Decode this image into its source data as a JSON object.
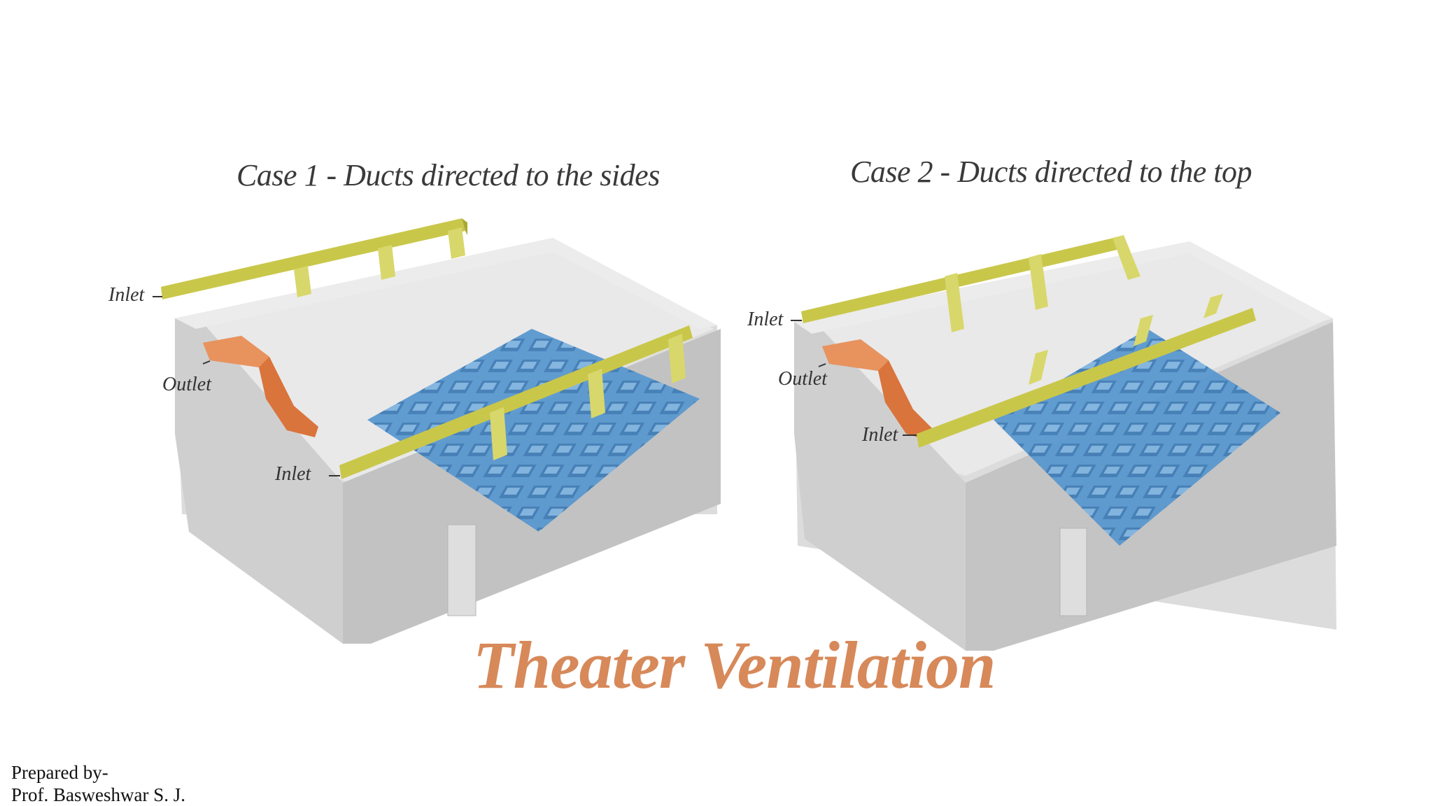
{
  "case1": {
    "title": "Case 1 - Ducts directed to the sides"
  },
  "case2": {
    "title": "Case 2 - Ducts directed to the top"
  },
  "labels": {
    "inlet": "Inlet",
    "outlet": "Outlet"
  },
  "main_title": "Theater Ventilation",
  "credit": {
    "line1": "Prepared by-",
    "line2": "Prof. Basweshwar S. J."
  },
  "colors": {
    "duct": "#c9c74a",
    "outlet": "#d9743c",
    "seats": "#4f8fc6",
    "room": "#d4d4d4",
    "title": "#d7895a"
  }
}
